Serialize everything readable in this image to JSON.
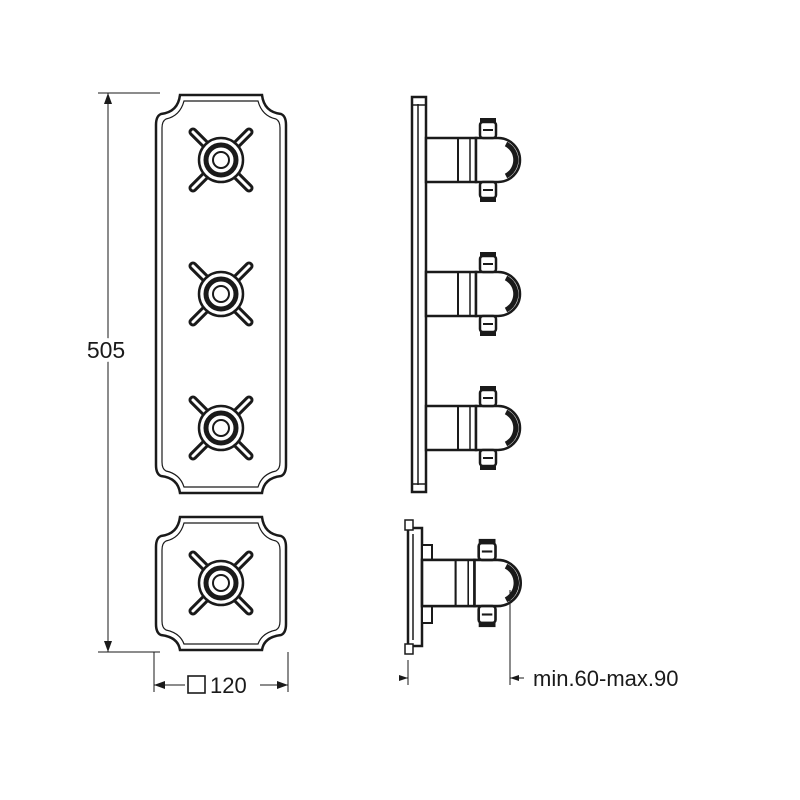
{
  "dimensions": {
    "height_label": "505",
    "width_label": "120",
    "depth_label": "min.60-max.90"
  },
  "views": {
    "front": {
      "plates": [
        {
          "handle_count": 3
        },
        {
          "handle_count": 1
        }
      ]
    },
    "side": {
      "plates": [
        {
          "handle_count": 3
        },
        {
          "handle_count": 1
        }
      ]
    }
  },
  "colors": {
    "stroke": "#1a1a1a",
    "background": "#ffffff"
  }
}
